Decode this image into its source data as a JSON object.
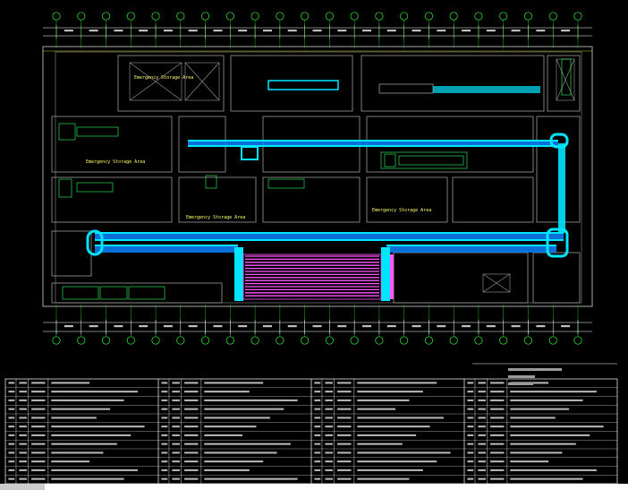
{
  "drawing": {
    "background": "#000000",
    "colors": {
      "wall": "#8c8c8c",
      "axis": "#33ff33",
      "dimension": "#ffffff",
      "conveyor": "#00e5ff",
      "conveyor_dark": "#0077cc",
      "storage_rack": "#ff55ff",
      "equipment": "#33ff66",
      "yellow_line": "#ffff33",
      "table_line": "#ffffff",
      "red_mark": "#ff3333"
    },
    "axis_bubbles_top_count": 22,
    "axis_bubbles_bottom_count": 22,
    "area_labels": [
      "Emergency Storage Area",
      "Emergency Storage Area",
      "Emergency Storage Area",
      "Emergency Storage Area"
    ]
  },
  "schedule": {
    "columns": 4,
    "rows_per_column": 12
  },
  "notes": {
    "block_lines": 3
  }
}
